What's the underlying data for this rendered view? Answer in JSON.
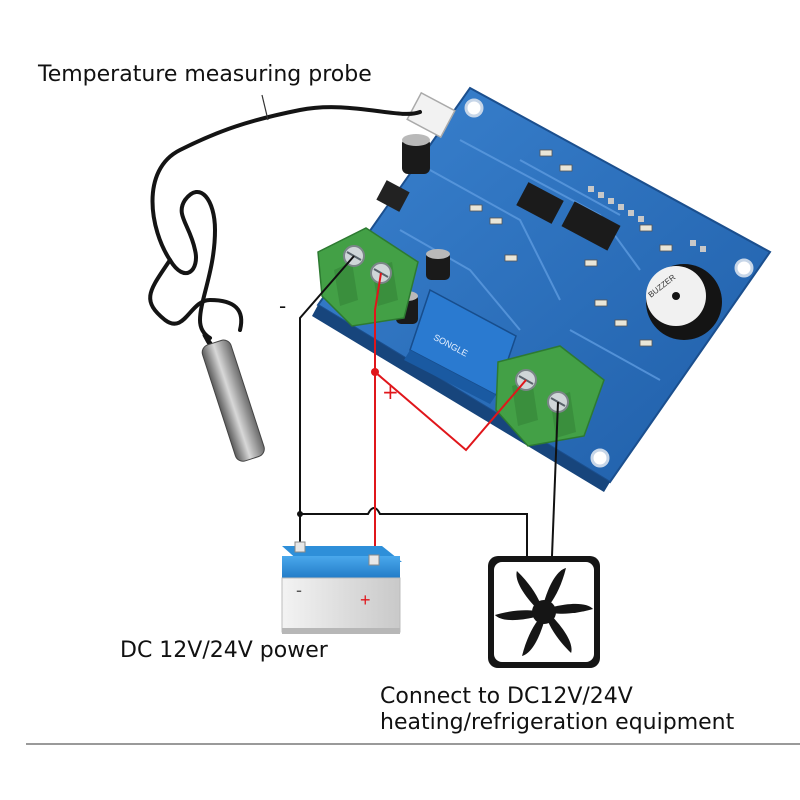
{
  "labels": {
    "probe": "Temperature measuring probe",
    "power": "DC 12V/24V power",
    "equipment_line1": "Connect to DC12V/24V",
    "equipment_line2": "heating/refrigeration equipment"
  },
  "signs": {
    "minus": "-",
    "plus": "+"
  },
  "board_markings": {
    "relay": "SONGLE",
    "buzzer": "BUZZER"
  },
  "colors": {
    "board": "#2d6fbd",
    "terminal": "#43a046",
    "relay": "#2a7ad0",
    "wire_negative": "#111111",
    "wire_positive": "#e0161b",
    "battery_top": "#2e8fd9",
    "fan_box": "#151515"
  }
}
